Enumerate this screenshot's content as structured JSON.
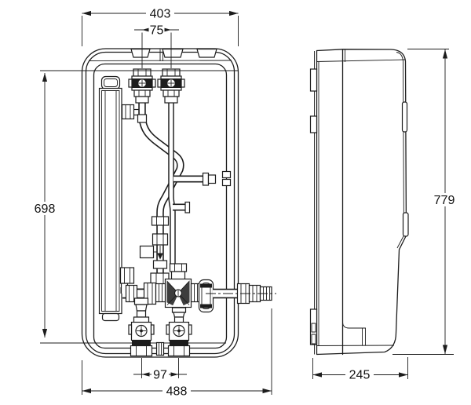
{
  "drawing": {
    "type": "technical dimensional drawing, heating interface unit front and side views",
    "line_color": "#1c1c1c",
    "background_color": "#ffffff",
    "dimensions": {
      "front_view": {
        "overall_width": "403",
        "top_pipe_spacing": "75",
        "connection_height": "698",
        "bottom_pipe_spacing": "97",
        "overall_width_with_side_connection": "488"
      },
      "side_view": {
        "overall_height": "779",
        "overall_depth": "245"
      }
    }
  }
}
